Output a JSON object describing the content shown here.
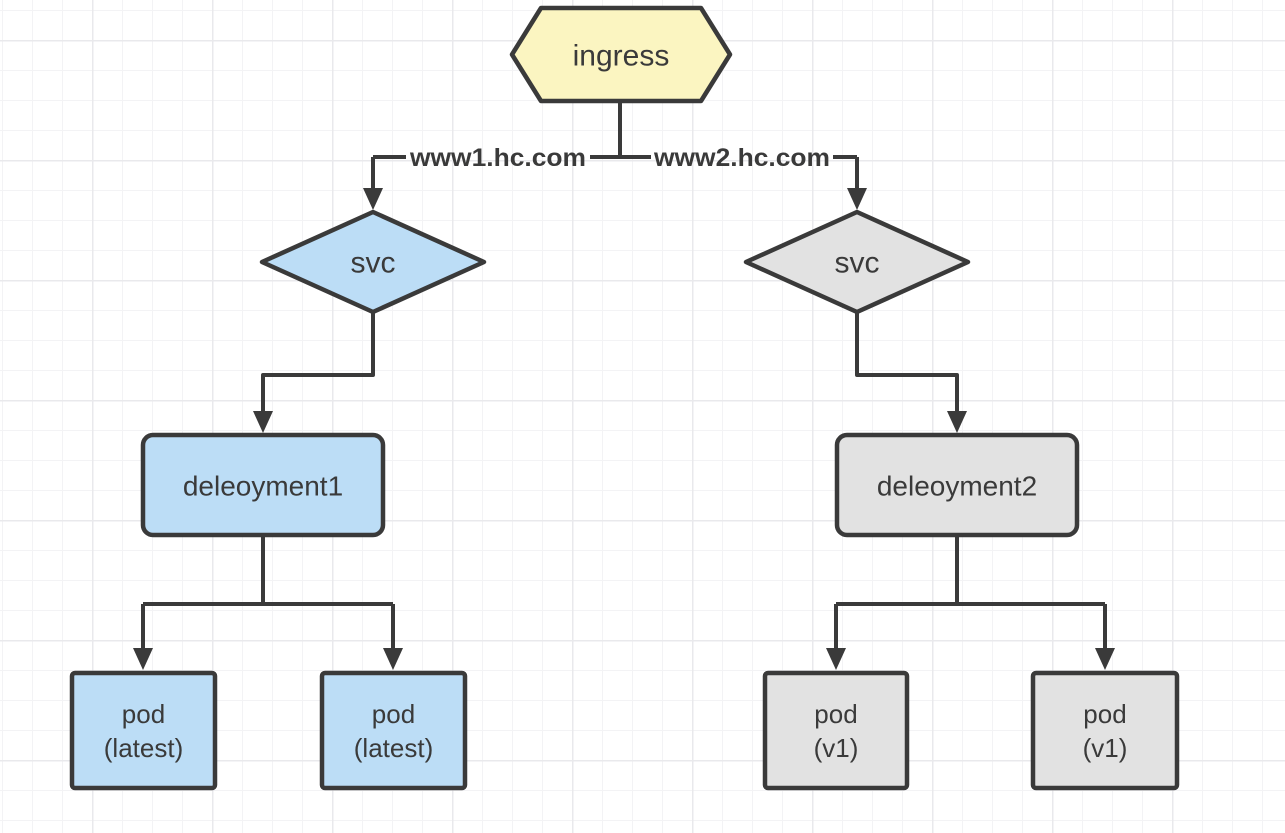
{
  "diagram": {
    "type": "flowchart",
    "description": "Kubernetes ingress routing two hostnames to two services, deployments and pods",
    "colors": {
      "node_yellow": "#FBF5C1",
      "node_blue": "#BCDDF6",
      "node_gray": "#E2E2E2",
      "line": "#3A3A3A",
      "text": "#3A3A3A",
      "canvas_bg": "#FFFFFF",
      "grid_minor": "#F3F3F5",
      "grid_major": "#E9E9EC"
    },
    "nodes": {
      "ingress": {
        "label": "ingress",
        "shape": "hexagon"
      },
      "svc1": {
        "label": "svc",
        "shape": "diamond"
      },
      "svc2": {
        "label": "svc",
        "shape": "diamond"
      },
      "deployment1": {
        "label": "deleoyment1",
        "shape": "rounded-rect"
      },
      "deployment2": {
        "label": "deleoyment2",
        "shape": "rounded-rect"
      },
      "pod1": {
        "label_line1": "pod",
        "label_line2": "(latest)",
        "shape": "rect"
      },
      "pod2": {
        "label_line1": "pod",
        "label_line2": "(latest)",
        "shape": "rect"
      },
      "pod3": {
        "label_line1": "pod",
        "label_line2": "(v1)",
        "shape": "rect"
      },
      "pod4": {
        "label_line1": "pod",
        "label_line2": "(v1)",
        "shape": "rect"
      }
    },
    "edge_labels": {
      "left_host": "www1.hc.com",
      "right_host": "www2.hc.com"
    }
  }
}
